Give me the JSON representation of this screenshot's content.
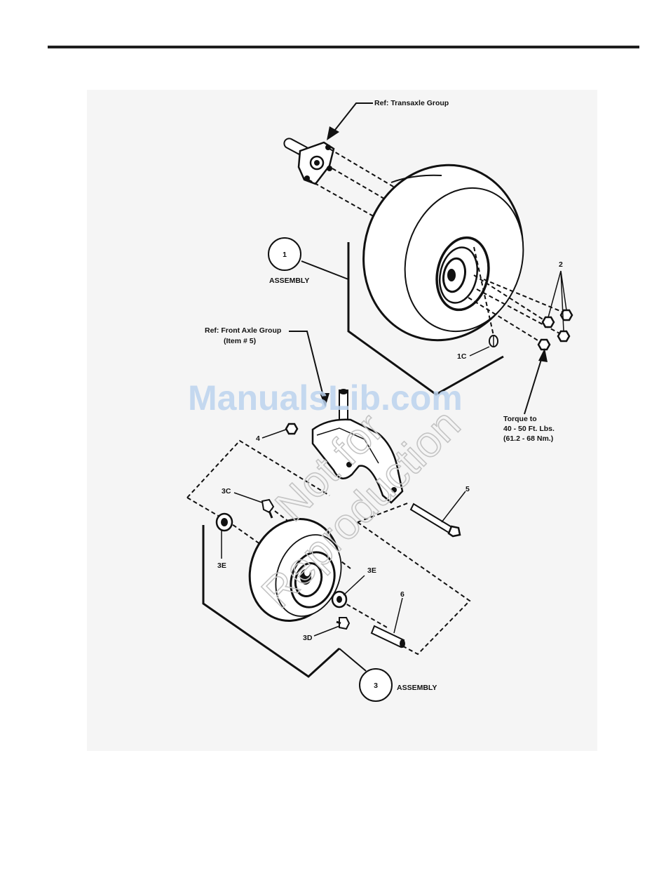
{
  "callouts": {
    "ref_transaxle": "Ref: Transaxle Group",
    "item1_number": "1",
    "item1_assembly": "ASSEMBLY",
    "item2": "2",
    "item1c": "1C",
    "ref_front_axle": "Ref: Front Axle Group",
    "ref_front_axle_item": "(Item # 5)",
    "torque_line1": "Torque to",
    "torque_line2": "40 - 50 Ft. Lbs.",
    "torque_line3": "(61.2 - 68 Nm.)",
    "item4": "4",
    "item5": "5",
    "item3c": "3C",
    "item3e_left": "3E",
    "item3e_right": "3E",
    "item6": "6",
    "item3d": "3D",
    "item3_number": "3",
    "item3_assembly": "ASSEMBLY"
  },
  "watermarks": {
    "site": "ManualsLib.com",
    "line1": "Not for",
    "line2": "Reproduction"
  }
}
